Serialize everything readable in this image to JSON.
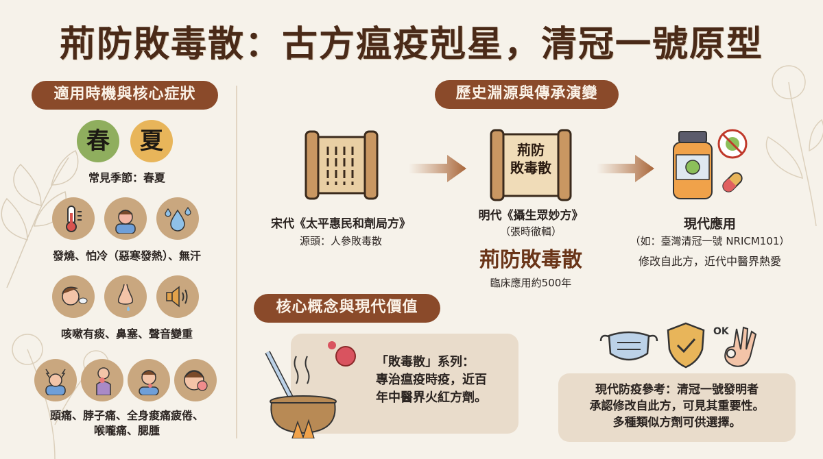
{
  "title": "荊防敗毒散：古方瘟疫剋星，清冠一號原型",
  "colors": {
    "accent": "#8a4a2a",
    "background": "#f6f2ea",
    "title": "#4a2a18",
    "spring": "#8fae5e",
    "summer": "#e8b55a",
    "icon_bg": "#c9a77f",
    "box": "#e9dccb"
  },
  "left": {
    "header": "適用時機與核心症狀",
    "seasons": [
      {
        "label": "春",
        "icon": "spring-circle"
      },
      {
        "label": "夏",
        "icon": "summer-circle"
      }
    ],
    "season_caption": "常見季節：春夏",
    "symptom_groups": [
      {
        "icons": [
          "thermometer-icon",
          "chills-person-icon",
          "water-drops-icon"
        ],
        "caption": "發燒、怕冷（惡寒發熱）、無汗"
      },
      {
        "icons": [
          "coughing-person-icon",
          "runny-nose-icon",
          "speaker-sound-icon"
        ],
        "caption": "咳嗽有痰、鼻塞、聲音變重"
      },
      {
        "icons": [
          "headache-person-icon",
          "neck-pain-icon",
          "sore-throat-icon",
          "swollen-cheek-icon"
        ],
        "caption_line1": "頭痛、脖子痛、全身痠痛疲倦、",
        "caption_line2": "喉嚨痛、腮腫"
      }
    ]
  },
  "history": {
    "header": "歷史淵源與傳承演變",
    "stages": [
      {
        "line1": "宋代《太平惠民和劑局方》",
        "line2": "源頭：人參敗毒散",
        "icon": "scroll-icon"
      },
      {
        "scroll_text_1": "荊防",
        "scroll_text_2": "敗毒散",
        "line1": "明代《攝生眾妙方》",
        "line2": "（張時徹輯）",
        "name": "荊防敗毒散",
        "line3": "臨床應用約500年",
        "icon": "titled-scroll-icon"
      },
      {
        "line1": "現代應用",
        "line2": "（如：臺灣清冠一號 NRICM101）",
        "line3": "修改自此方，近代中醫界熱愛",
        "icon": "medicine-bottle-icon"
      }
    ]
  },
  "core": {
    "header": "核心概念與現代價值",
    "box1_line1": "「敗毒散」系列：",
    "box1_line2": "專治瘟疫時疫，近百",
    "box1_line3": "年中醫界火紅方劑。",
    "ok_label": "OK",
    "box2_line1": "現代防疫參考：清冠一號發明者",
    "box2_line2": "承認修改自此方，可見其重要性。",
    "box2_line3": "多種類似方劑可供選擇。"
  }
}
